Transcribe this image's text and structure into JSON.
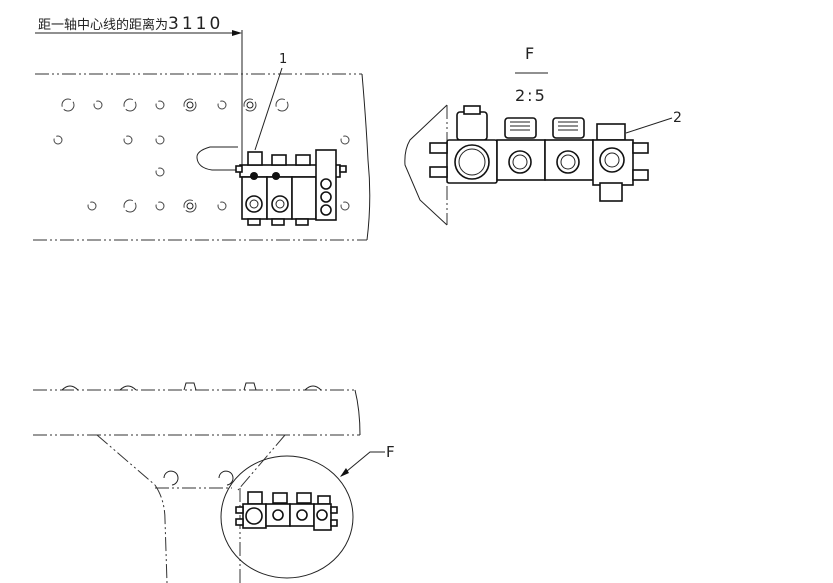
{
  "dimension_note": {
    "text": "距一轴中心线的距离为",
    "value": "3110"
  },
  "callouts": {
    "item1": "1",
    "item2": "2"
  },
  "detail_view": {
    "name": "F",
    "scale": "2:5"
  },
  "detail_callout": "F"
}
